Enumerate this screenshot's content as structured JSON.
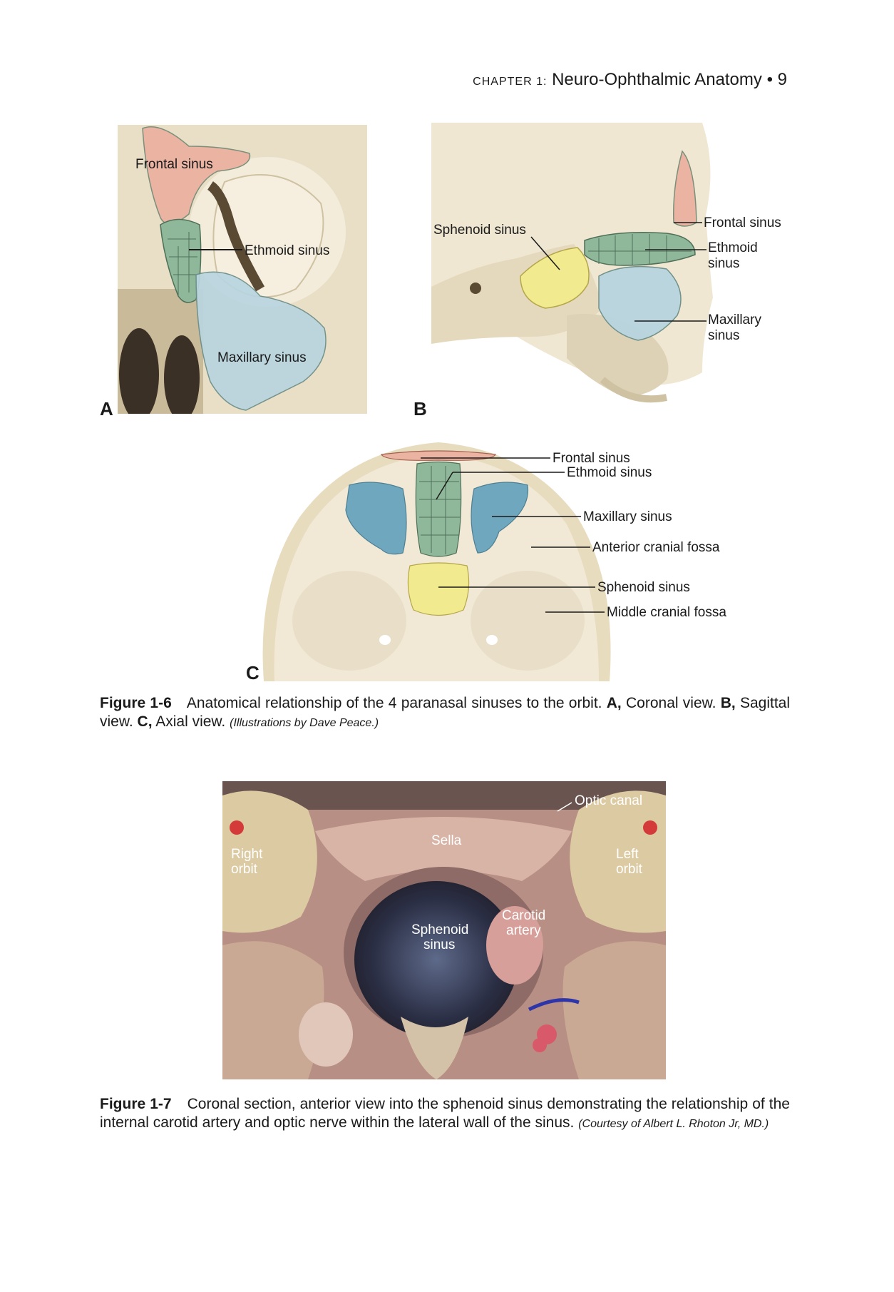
{
  "header": {
    "chapter_label": "CHAPTER 1:",
    "chapter_title": "Neuro-Ophthalmic Anatomy",
    "bullet": "•",
    "page_number": "9"
  },
  "figure_1_6": {
    "panel_a": {
      "letter": "A",
      "labels": {
        "frontal": "Frontal sinus",
        "ethmoid": "Ethmoid sinus",
        "maxillary": "Maxillary sinus"
      }
    },
    "panel_b": {
      "letter": "B",
      "labels": {
        "sphenoid": "Sphenoid sinus",
        "frontal": "Frontal sinus",
        "ethmoid_1": "Ethmoid",
        "ethmoid_2": "sinus",
        "maxillary_1": "Maxillary",
        "maxillary_2": "sinus"
      }
    },
    "panel_c": {
      "letter": "C",
      "labels": {
        "frontal": "Frontal sinus",
        "ethmoid": "Ethmoid sinus",
        "maxillary": "Maxillary sinus",
        "anterior_fossa": "Anterior cranial fossa",
        "sphenoid": "Sphenoid sinus",
        "middle_fossa": "Middle cranial fossa"
      }
    },
    "caption": {
      "number": "Figure 1-6",
      "text": "Anatomical relationship of the 4 paranasal sinuses to the orbit.",
      "a_key": "A,",
      "a_text": "Coronal view.",
      "b_key": "B,",
      "b_text": "Sagittal view.",
      "c_key": "C,",
      "c_text": "Axial view.",
      "credit": "(Illustrations by Dave Peace.)"
    }
  },
  "figure_1_7": {
    "labels": {
      "optic_canal": "Optic canal",
      "sella": "Sella",
      "right_orbit_1": "Right",
      "right_orbit_2": "orbit",
      "left_orbit_1": "Left",
      "left_orbit_2": "orbit",
      "carotid_1": "Carotid",
      "carotid_2": "artery",
      "sphenoid_1": "Sphenoid",
      "sphenoid_2": "sinus"
    },
    "caption": {
      "number": "Figure 1-7",
      "text": "Coronal section, anterior view into the sphenoid sinus demonstrating the relationship of the internal carotid artery and optic nerve within the lateral wall of the sinus.",
      "credit": "(Courtesy of Albert L. Rhoton Jr, MD.)"
    }
  },
  "colors": {
    "frontal": "#eab3a2",
    "ethmoid": "#8fb89a",
    "maxillary": "#b9d5e0",
    "maxillary_axial": "#6fa7be",
    "sphenoid": "#f2ea8e",
    "bone": "#ece3cc"
  }
}
